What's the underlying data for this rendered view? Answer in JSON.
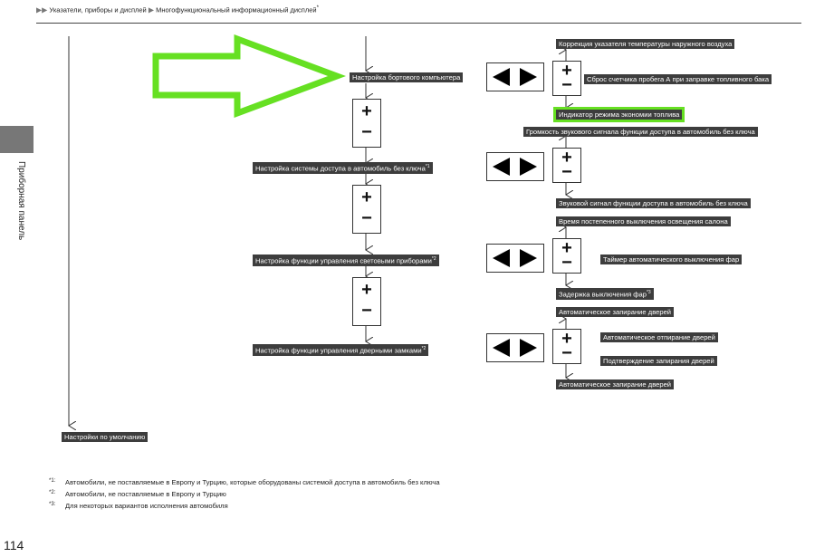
{
  "breadcrumb": {
    "part1": "Указатели, приборы и дисплей",
    "part2": "Многофункциональный информационный дисплей",
    "mark": "*"
  },
  "side_label": "Приборная панель",
  "page_number": "114",
  "menu": {
    "main": [
      {
        "label": "Настройка бортового компьютера",
        "note": ""
      },
      {
        "label": "Настройка системы доступа в автомобиль без ключа",
        "note": "*1"
      },
      {
        "label": "Настройка функции управления световыми приборами",
        "note": "*2"
      },
      {
        "label": "Настройка функции управления дверными замками",
        "note": "*2"
      }
    ],
    "defaults": "Настройки по умолчанию",
    "sub": {
      "onboard": [
        "Коррекция указателя температуры наружного воздуха",
        "Сброс счетчика пробега А при заправке топливного бака",
        "Индикатор режима экономии топлива"
      ],
      "keyless": [
        "Громкость звукового сигнала функции доступа в автомобиль без ключа",
        "Звуковой сигнал функции доступа в автомобиль без ключа"
      ],
      "lights": [
        "Время постепенного выключения освещения салона",
        "Таймер автоматического выключения фар",
        "Задержка выключения фар"
      ],
      "lights_note": "*3",
      "locks": [
        "Автоматическое запирание дверей",
        "Автоматическое отпирание дверей",
        "Подтверждение запирания дверей",
        "Автоматическое запирание дверей"
      ]
    }
  },
  "controls": {
    "plus": "+",
    "minus": "−"
  },
  "footnotes": [
    {
      "mark": "*1:",
      "text": "Автомобили, не поставляемые в Европу и Турцию, которые оборудованы системой доступа в автомобиль без ключа"
    },
    {
      "mark": "*2:",
      "text": "Автомобили, не поставляемые в Европу и Турцию"
    },
    {
      "mark": "*3:",
      "text": "Для некоторых вариантов исполнения автомобиля"
    }
  ],
  "colors": {
    "label_bg": "#3d3d3d",
    "highlight": "#66e022",
    "side_tab": "#777777"
  }
}
